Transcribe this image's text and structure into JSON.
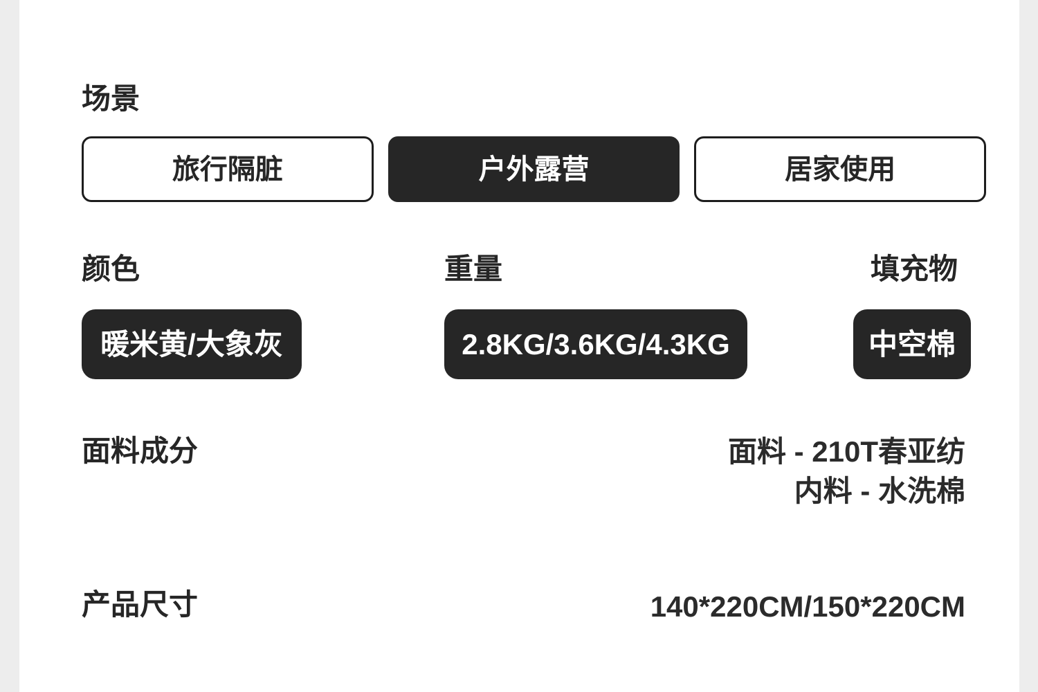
{
  "page": {
    "gutter_color": "#ededed",
    "card_color": "#ffffff",
    "accent_dark": "#262626"
  },
  "scene": {
    "label": "场景",
    "options": [
      {
        "label": "旅行隔脏",
        "selected": false
      },
      {
        "label": "户外露营",
        "selected": true
      },
      {
        "label": "居家使用",
        "selected": false
      }
    ]
  },
  "specs": [
    {
      "label": "颜色",
      "value": "暖米黄/大象灰"
    },
    {
      "label": "重量",
      "value": "2.8KG/3.6KG/4.3KG"
    },
    {
      "label": "填充物",
      "value": "中空棉"
    }
  ],
  "fabric": {
    "label": "面料成分",
    "lines": [
      "面料 - 210T春亚纺",
      "内料 - 水洗棉"
    ]
  },
  "size": {
    "label": "产品尺寸",
    "value": "140*220CM/150*220CM"
  }
}
